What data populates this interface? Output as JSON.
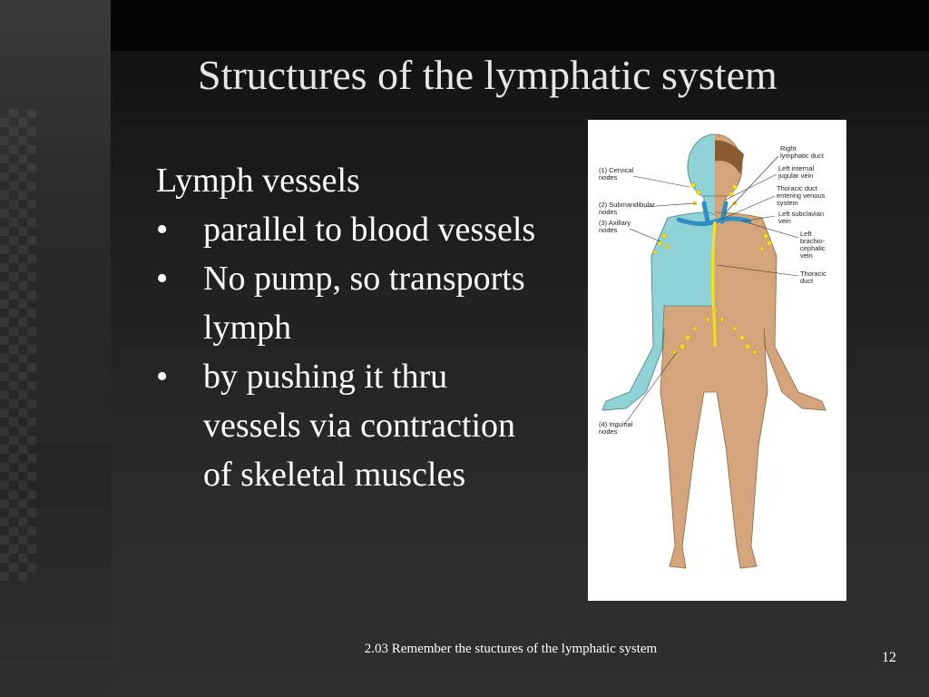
{
  "slide": {
    "title": "Structures of  the lymphatic system",
    "heading": "Lymph vessels",
    "bullets": [
      "parallel to blood vessels",
      "No pump, so transports lymph",
      "by pushing it thru vessels via contraction of skeletal muscles"
    ],
    "bullet_glyph": "•",
    "footer": "2.03 Remember the stuctures of the lymphatic system",
    "page_number": "12"
  },
  "figure": {
    "labels": {
      "cervical_1": "(1) Cervical",
      "cervical_2": "nodes",
      "submandibular_1": "(2) Submandibular",
      "submandibular_2": "nodes",
      "axillary_1": "(3) Axillary",
      "axillary_2": "nodes",
      "inguinal_1": "(4) Inguinal",
      "inguinal_2": "nodes",
      "right_duct_1": "Right",
      "right_duct_2": "lymphatic duct",
      "jugular_1": "Left internal",
      "jugular_2": "jugular vein",
      "thoracic_entering_1": "Thoracic duct",
      "thoracic_entering_2": "entering venous",
      "thoracic_entering_3": "system",
      "subclavian_1": "Left subclavian",
      "subclavian_2": "vein",
      "brachio_1": "Left",
      "brachio_2": "brachio-",
      "brachio_3": "cephalic",
      "brachio_4": "vein",
      "thoracic_duct_1": "Thoracic",
      "thoracic_duct_2": "duct"
    },
    "colors": {
      "right_drainage": "#8fd3d6",
      "left_body": "#d4a57a",
      "lymph": "#f2e21a",
      "vein": "#2f8fc4"
    }
  }
}
